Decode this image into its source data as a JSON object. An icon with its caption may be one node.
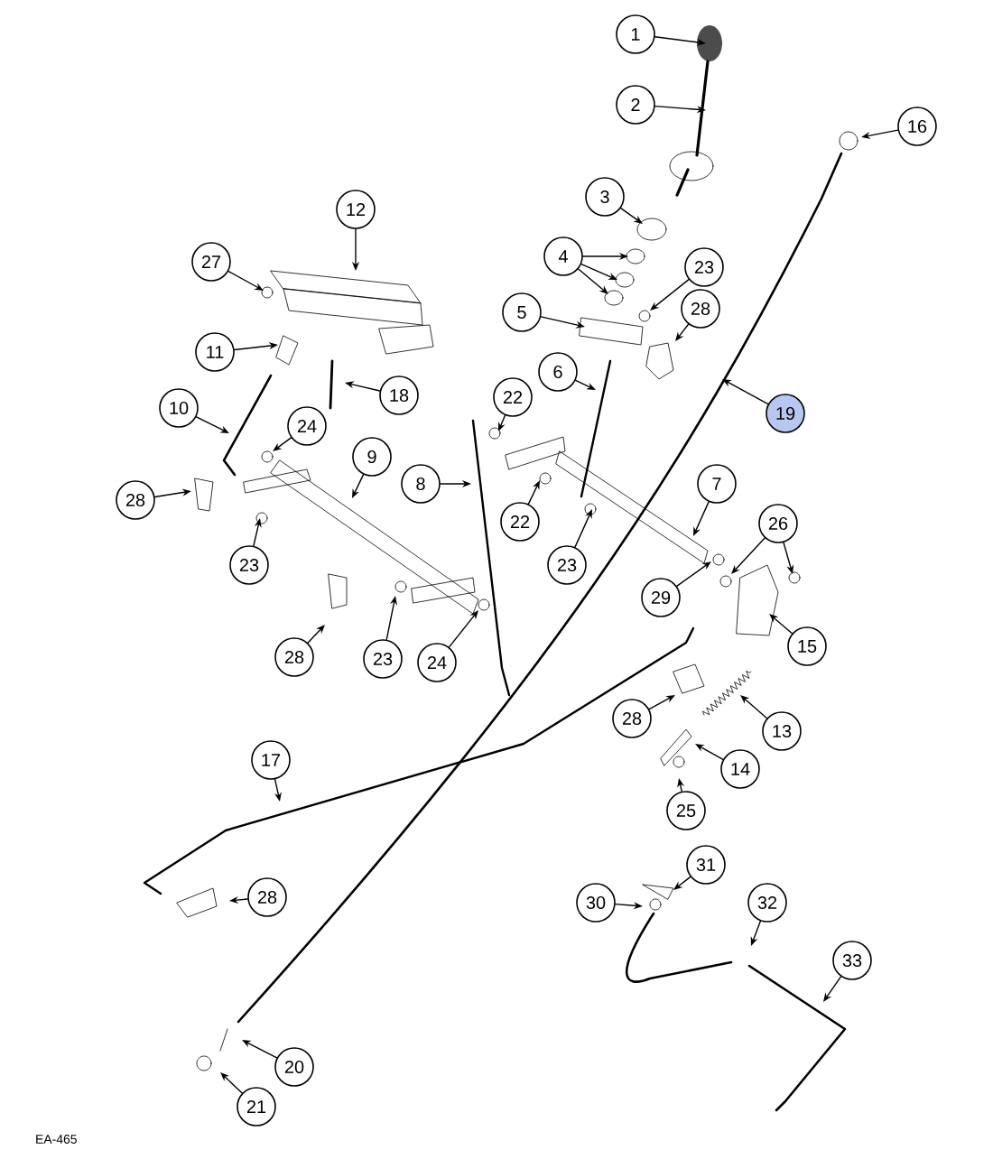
{
  "diagram": {
    "nodes": [
      {
        "text": [
          "1"
        ]
      },
      {
        "text": [
          "2"
        ]
      },
      {
        "text": [
          "16"
        ]
      },
      {
        "text": [
          "3"
        ]
      },
      {
        "text": [
          "12"
        ]
      },
      {
        "text": [
          "4"
        ]
      },
      {
        "text": [
          "27"
        ]
      },
      {
        "text": [
          "23"
        ]
      },
      {
        "text": [
          "5"
        ]
      },
      {
        "text": [
          "28"
        ]
      },
      {
        "text": [
          "11"
        ]
      },
      {
        "text": [
          "6"
        ]
      },
      {
        "text": [
          "18"
        ]
      },
      {
        "text": [
          "22"
        ]
      },
      {
        "text": [
          "10"
        ]
      },
      {
        "text": [
          "19"
        ]
      },
      {
        "text": [
          "24"
        ]
      },
      {
        "text": [
          "9"
        ]
      },
      {
        "text": [
          "8"
        ]
      },
      {
        "text": [
          "7"
        ]
      },
      {
        "text": [
          "28"
        ]
      },
      {
        "text": [
          "22"
        ]
      },
      {
        "text": [
          "26"
        ]
      },
      {
        "text": [
          "23"
        ]
      },
      {
        "text": [
          "23"
        ]
      },
      {
        "text": [
          "29"
        ]
      },
      {
        "text": [
          "15"
        ]
      },
      {
        "text": [
          "28"
        ]
      },
      {
        "text": [
          "23"
        ]
      },
      {
        "text": [
          "24"
        ]
      },
      {
        "text": [
          "28"
        ]
      },
      {
        "text": [
          "13"
        ]
      },
      {
        "text": [
          "17"
        ]
      },
      {
        "text": [
          "14"
        ]
      },
      {
        "text": [
          "25"
        ]
      },
      {
        "text": [
          "31"
        ]
      },
      {
        "text": [
          "28"
        ]
      },
      {
        "text": [
          "30"
        ]
      },
      {
        "text": [
          "32"
        ]
      },
      {
        "text": [
          "33"
        ]
      },
      {
        "text": [
          "20"
        ]
      },
      {
        "text": [
          "21"
        ]
      }
    ],
    "edges": [
      {
        "from": 0,
        "to": null,
        "arrow": "to"
      },
      {
        "from": 1,
        "to": null,
        "arrow": "to"
      },
      {
        "from": 2,
        "to": null,
        "arrow": "to"
      },
      {
        "from": 3,
        "to": null,
        "arrow": "to"
      },
      {
        "from": 4,
        "to": null,
        "arrow": "to"
      },
      {
        "from": 5,
        "to": null,
        "arrow": "to"
      },
      {
        "from": 5,
        "to": null,
        "arrow": "to"
      },
      {
        "from": 5,
        "to": null,
        "arrow": "to"
      },
      {
        "from": 6,
        "to": null,
        "arrow": "to"
      },
      {
        "from": 7,
        "to": null,
        "arrow": "to"
      },
      {
        "from": 8,
        "to": null,
        "arrow": "to"
      },
      {
        "from": 9,
        "to": null,
        "arrow": "to"
      },
      {
        "from": 10,
        "to": null,
        "arrow": "to"
      },
      {
        "from": 11,
        "to": null,
        "arrow": "to"
      },
      {
        "from": 12,
        "to": null,
        "arrow": "to"
      },
      {
        "from": 13,
        "to": null,
        "arrow": "to"
      },
      {
        "from": 14,
        "to": null,
        "arrow": "to"
      },
      {
        "from": 15,
        "to": null,
        "arrow": "to"
      },
      {
        "from": 16,
        "to": null,
        "arrow": "to"
      },
      {
        "from": 17,
        "to": null,
        "arrow": "to"
      },
      {
        "from": 18,
        "to": null,
        "arrow": "to"
      },
      {
        "from": 19,
        "to": null,
        "arrow": "to"
      },
      {
        "from": 20,
        "to": null,
        "arrow": "to"
      },
      {
        "from": 21,
        "to": null,
        "arrow": "to"
      },
      {
        "from": 22,
        "to": null,
        "arrow": "to"
      },
      {
        "from": 22,
        "to": null,
        "arrow": "to"
      },
      {
        "from": 23,
        "to": null,
        "arrow": "to"
      },
      {
        "from": 24,
        "to": null,
        "arrow": "to"
      },
      {
        "from": 25,
        "to": null,
        "arrow": "to"
      },
      {
        "from": 26,
        "to": null,
        "arrow": "to"
      },
      {
        "from": 27,
        "to": null,
        "arrow": "to"
      },
      {
        "from": 28,
        "to": null,
        "arrow": "to"
      },
      {
        "from": 29,
        "to": null,
        "arrow": "to"
      },
      {
        "from": 30,
        "to": null,
        "arrow": "to"
      },
      {
        "from": 31,
        "to": null,
        "arrow": "to"
      },
      {
        "from": 32,
        "to": null,
        "arrow": "to"
      },
      {
        "from": 33,
        "to": null,
        "arrow": "to"
      },
      {
        "from": 34,
        "to": null,
        "arrow": "to"
      },
      {
        "from": 35,
        "to": null,
        "arrow": "to"
      },
      {
        "from": 36,
        "to": null,
        "arrow": "to"
      },
      {
        "from": 37,
        "to": null,
        "arrow": "to"
      },
      {
        "from": 38,
        "to": null,
        "arrow": "to"
      },
      {
        "from": 39,
        "to": null,
        "arrow": "to"
      },
      {
        "from": 40,
        "to": null,
        "arrow": "to"
      },
      {
        "from": 41,
        "to": null,
        "arrow": "to"
      }
    ],
    "labels": [
      "EA-465"
    ]
  }
}
